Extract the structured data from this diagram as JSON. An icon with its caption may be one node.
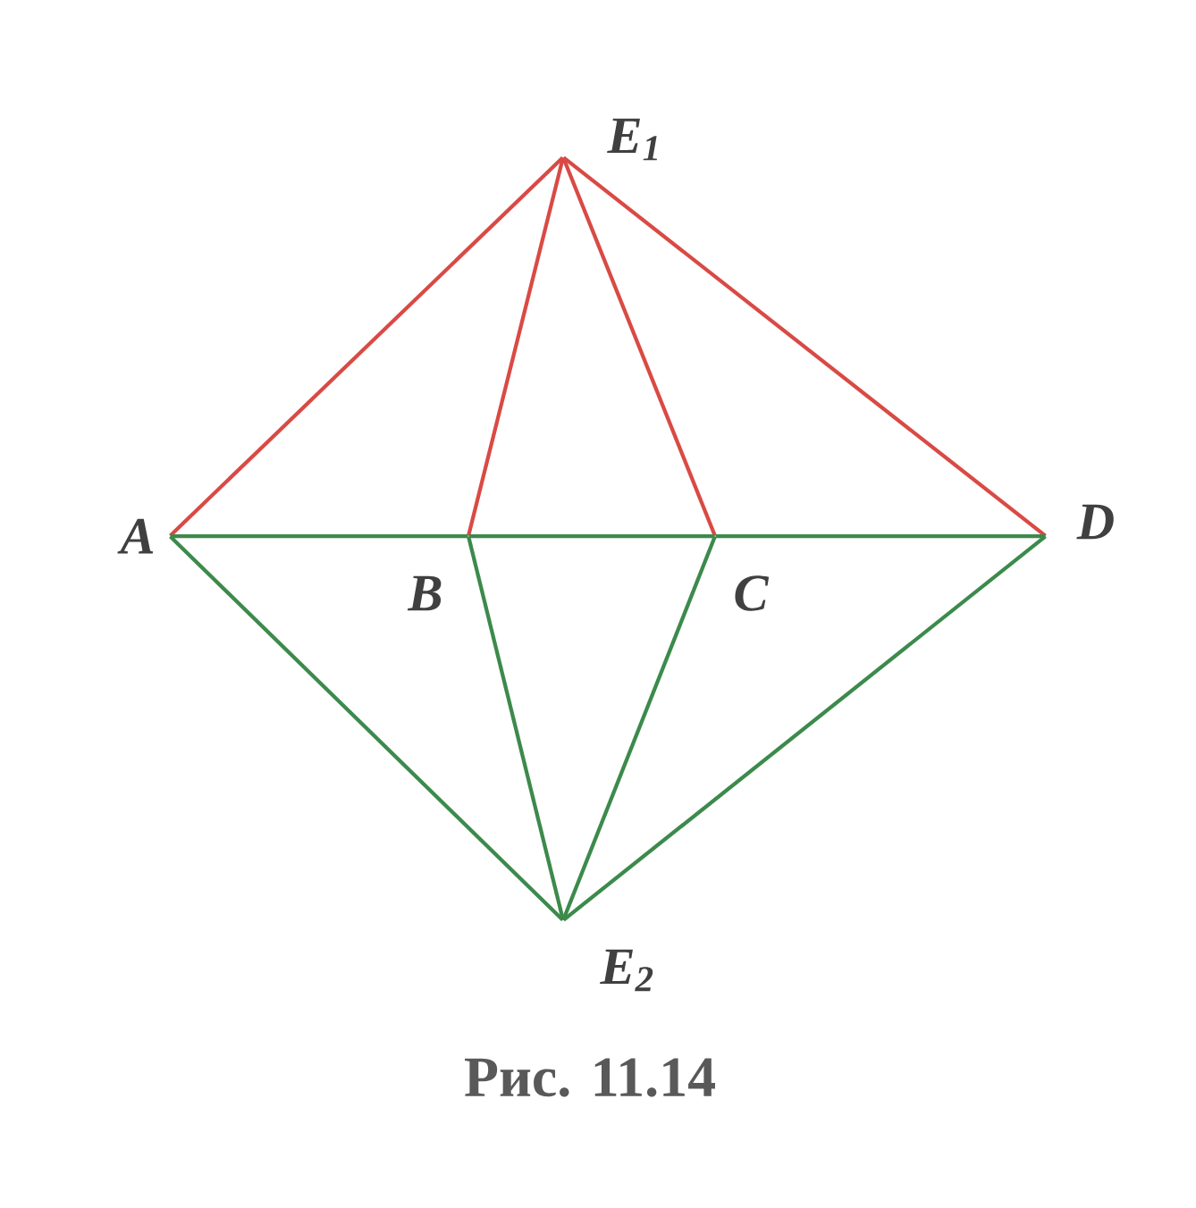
{
  "diagram": {
    "caption": "Рис. 11.14",
    "nodes": [
      {
        "text": [
          "A"
        ]
      },
      {
        "text": [
          "B"
        ]
      },
      {
        "text": [
          "C"
        ]
      },
      {
        "text": [
          "D"
        ]
      },
      {
        "text": [
          "E$_{1}$"
        ]
      },
      {
        "text": [
          "E$_{2}$"
        ]
      }
    ],
    "edges": [
      {
        "from": 0,
        "to": 4,
        "arrow": "none",
        "color": "#d94a45"
      },
      {
        "from": 1,
        "to": 4,
        "arrow": "none",
        "color": "#d94a45"
      },
      {
        "from": 2,
        "to": 4,
        "arrow": "none",
        "color": "#d94a45"
      },
      {
        "from": 3,
        "to": 4,
        "arrow": "none",
        "color": "#d94a45"
      },
      {
        "from": 0,
        "to": 1,
        "arrow": "none"
      },
      {
        "from": 1,
        "to": 2,
        "arrow": "none"
      },
      {
        "from": 2,
        "to": 3,
        "arrow": "none"
      },
      {
        "from": 0,
        "to": 5,
        "arrow": "none"
      },
      {
        "from": 1,
        "to": 5,
        "arrow": "none"
      },
      {
        "from": 2,
        "to": 5,
        "arrow": "none"
      },
      {
        "from": 3,
        "to": 5,
        "arrow": "none"
      }
    ]
  }
}
